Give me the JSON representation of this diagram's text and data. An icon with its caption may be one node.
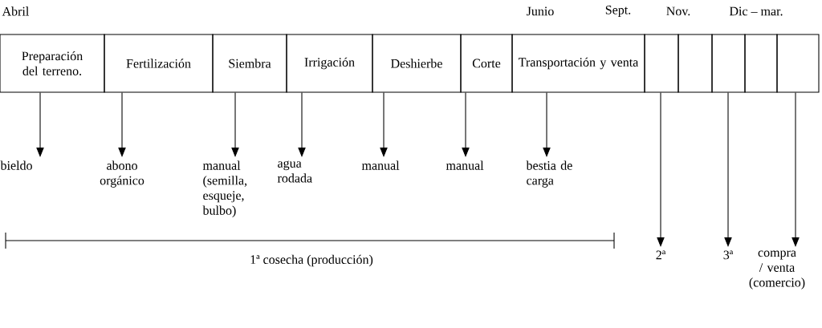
{
  "diagram": {
    "nodes": [
      {
        "text": [
          "Preparación del terreno."
        ]
      },
      {
        "text": [
          "Fertilización"
        ]
      },
      {
        "text": [
          "Siembra"
        ]
      },
      {
        "text": [
          "Irrigación"
        ]
      },
      {
        "text": [
          "Deshierbe"
        ]
      },
      {
        "text": [
          "Corte"
        ]
      },
      {
        "text": [
          "Transportación y venta"
        ]
      },
      {
        "text": [],
        "shape": "box"
      },
      {
        "text": [],
        "shape": "box"
      },
      {
        "text": [],
        "shape": "box"
      },
      {
        "text": [],
        "shape": "box"
      },
      {
        "text": [],
        "shape": "box"
      },
      {
        "text": [
          "bieldo"
        ]
      },
      {
        "text": [
          "abono orgánico"
        ]
      },
      {
        "text": [
          "manual (semilla, esqueje, bulbo)"
        ]
      },
      {
        "text": [
          "agua rodada"
        ]
      },
      {
        "text": [
          "manual"
        ]
      },
      {
        "text": [
          "manual"
        ]
      },
      {
        "text": [
          "bestia de carga"
        ]
      },
      {
        "text": [
          "2ª"
        ]
      },
      {
        "text": [
          "3ª"
        ]
      },
      {
        "text": [
          "compra / venta (comercio)"
        ]
      }
    ],
    "edges": [
      {
        "from": 0,
        "to": 12,
        "arrow": "to"
      },
      {
        "from": 1,
        "to": 13,
        "arrow": "to"
      },
      {
        "from": 2,
        "to": 14,
        "arrow": "to"
      },
      {
        "from": 3,
        "to": 15,
        "arrow": "to"
      },
      {
        "from": 4,
        "to": 16,
        "arrow": "to"
      },
      {
        "from": 5,
        "to": 17,
        "arrow": "to"
      },
      {
        "from": 6,
        "to": 18,
        "arrow": "to"
      },
      {
        "from": 7,
        "to": 19,
        "arrow": "to"
      },
      {
        "from": 9,
        "to": 20,
        "arrow": "to"
      },
      {
        "from": 11,
        "to": 21,
        "arrow": "to"
      }
    ],
    "labels": [
      "Abril",
      "Junio",
      "Sept.",
      "Nov.",
      "Dic – mar.",
      "1ª cosecha (producción)"
    ]
  }
}
